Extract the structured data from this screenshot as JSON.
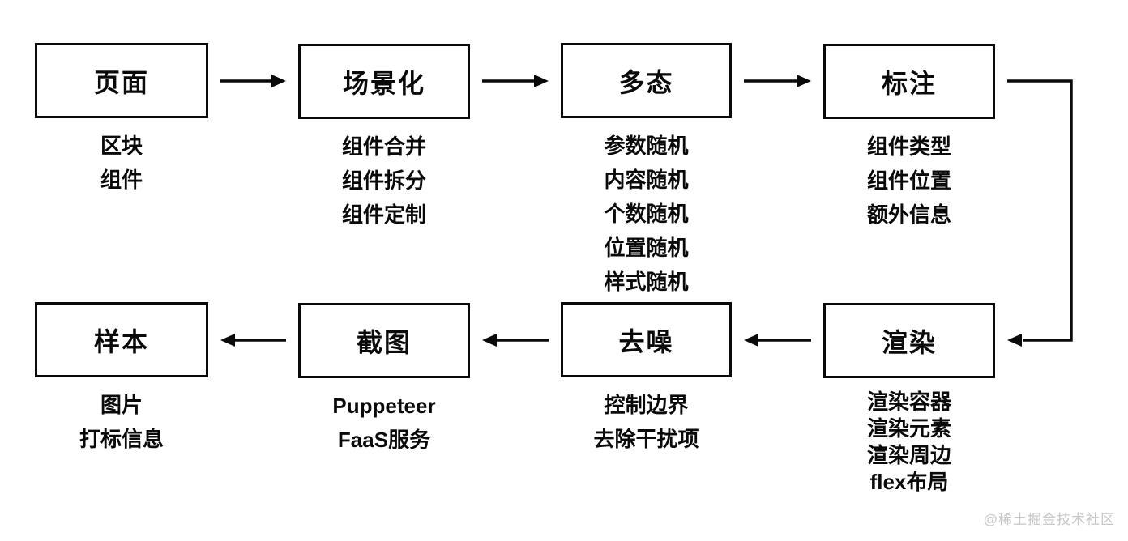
{
  "page": {
    "background_color": "#ffffff",
    "line_color": "#0a0a0a"
  },
  "watermark": {
    "text": "@稀土掘金技术社区",
    "color": "#c6c6c6"
  },
  "stages": [
    {
      "id": "page",
      "title": "页面",
      "items": [
        "区块",
        "组件"
      ]
    },
    {
      "id": "scenario",
      "title": "场景化",
      "items": [
        "组件合并",
        "组件拆分",
        "组件定制"
      ]
    },
    {
      "id": "polymorphism",
      "title": "多态",
      "items": [
        "参数随机",
        "内容随机",
        "个数随机",
        "位置随机",
        "样式随机"
      ]
    },
    {
      "id": "annotation",
      "title": "标注",
      "items": [
        "组件类型",
        "组件位置",
        "额外信息"
      ]
    },
    {
      "id": "sample",
      "title": "样本",
      "items": [
        "图片",
        "打标信息"
      ]
    },
    {
      "id": "screenshot",
      "title": "截图",
      "items": [
        "Puppeteer",
        "FaaS服务"
      ]
    },
    {
      "id": "denoise",
      "title": "去噪",
      "items": [
        "控制边界",
        "去除干扰项"
      ]
    },
    {
      "id": "render",
      "title": "渲染",
      "items": [
        "渲染容器",
        "渲染元素",
        "渲染周边",
        "flex布局"
      ]
    }
  ],
  "connections": [
    {
      "from": "页面",
      "to": "场景化"
    },
    {
      "from": "场景化",
      "to": "多态"
    },
    {
      "from": "多态",
      "to": "标注"
    },
    {
      "from": "标注",
      "to": "渲染"
    },
    {
      "from": "渲染",
      "to": "去噪"
    },
    {
      "from": "去噪",
      "to": "截图"
    },
    {
      "from": "截图",
      "to": "样本"
    }
  ]
}
